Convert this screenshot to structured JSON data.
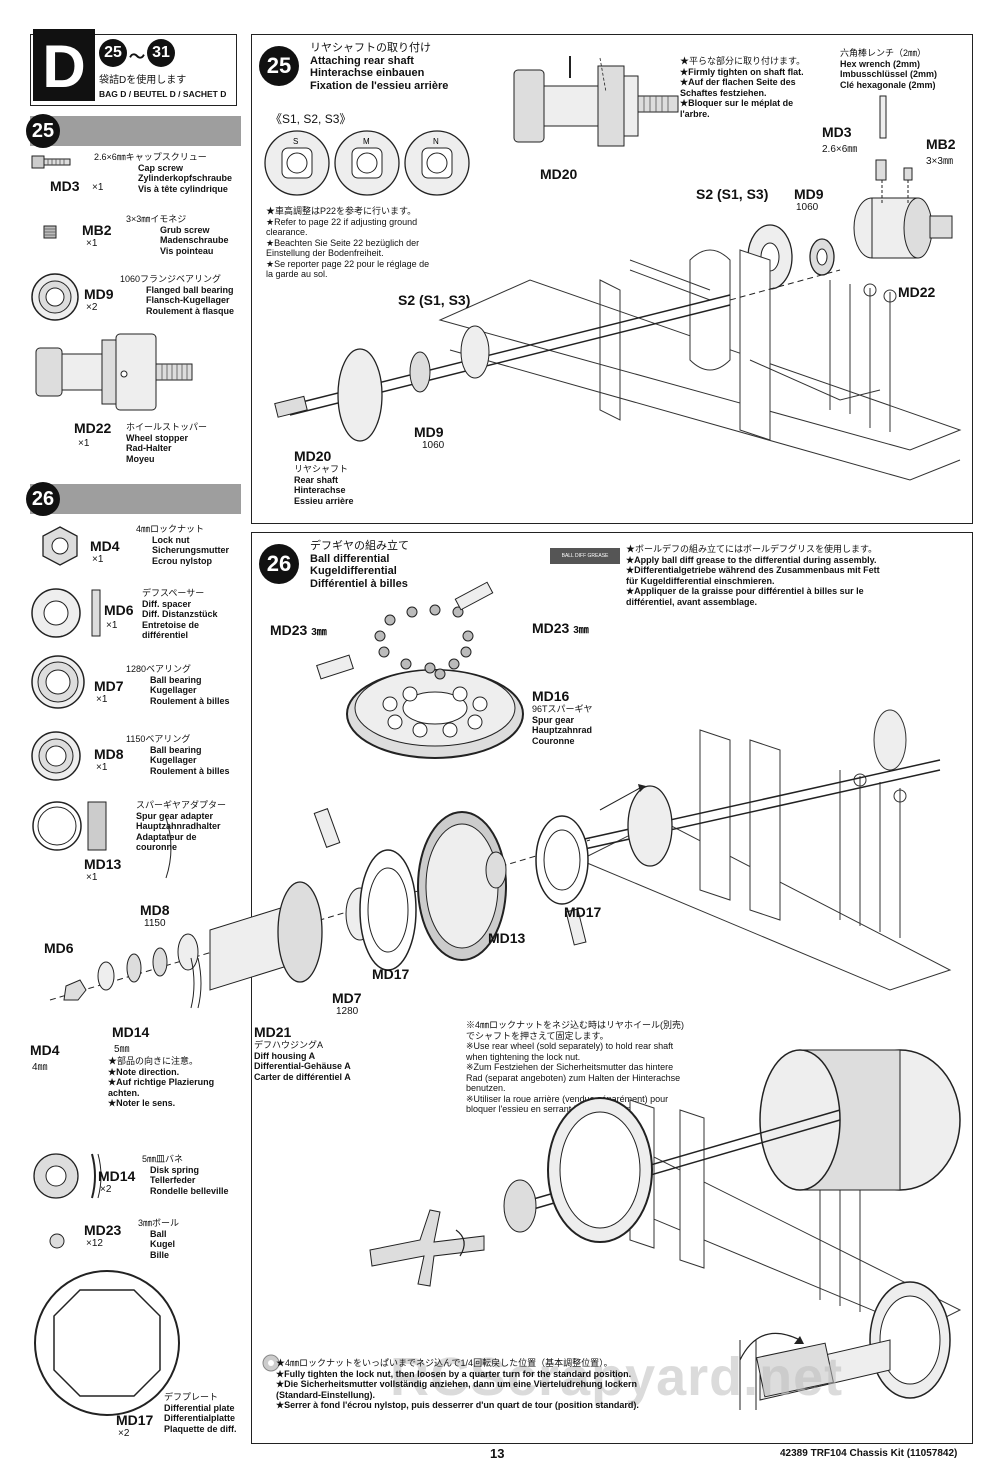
{
  "sidebar": {
    "header": {
      "letter": "D",
      "range_from": "25",
      "range_sep": "～",
      "range_to": "31",
      "jp": "袋詰Dを使用します",
      "bag": "BAG D / BEUTEL D / SACHET D"
    },
    "step25": "25",
    "step26": "26",
    "parts25": [
      {
        "code": "MD3",
        "qty": "×1",
        "jp": "2.6×6㎜キャップスクリュー",
        "lines": [
          "Cap screw",
          "Zylinderkopfschraube",
          "Vis à tête cylindrique"
        ]
      },
      {
        "code": "MB2",
        "qty": "×1",
        "jp": "3×3㎜イモネジ",
        "lines": [
          "Grub screw",
          "Madenschraube",
          "Vis pointeau"
        ]
      },
      {
        "code": "MD9",
        "qty": "×2",
        "jp": "1060フランジベアリング",
        "lines": [
          "Flanged ball bearing",
          "Flansch-Kugellager",
          "Roulement à flasque"
        ]
      },
      {
        "code": "MD22",
        "qty": "×1",
        "jp": "ホイールストッパー",
        "lines": [
          "Wheel stopper",
          "Rad-Halter",
          "Moyeu"
        ]
      }
    ],
    "parts26": [
      {
        "code": "MD4",
        "qty": "×1",
        "jp": "4㎜ロックナット",
        "lines": [
          "Lock nut",
          "Sicherungsmutter",
          "Ecrou nylstop"
        ]
      },
      {
        "code": "MD6",
        "qty": "×1",
        "jp": "デフスペーサー",
        "lines": [
          "Diff. spacer",
          "Diff. Distanzstück",
          "Entretoise de",
          "différentiel"
        ]
      },
      {
        "code": "MD7",
        "qty": "×1",
        "jp": "1280ベアリング",
        "lines": [
          "Ball bearing",
          "Kugellager",
          "Roulement à billes"
        ]
      },
      {
        "code": "MD8",
        "qty": "×1",
        "jp": "1150ベアリング",
        "lines": [
          "Ball bearing",
          "Kugellager",
          "Roulement à billes"
        ]
      },
      {
        "code": "MD13",
        "qty": "×1",
        "jp": "スパーギヤアダプター",
        "lines": [
          "Spur gear adapter",
          "Hauptzahnradhalter",
          "Adaptateur de",
          "couronne"
        ]
      },
      {
        "code": "MD14",
        "qty": "×2",
        "jp": "5㎜皿バネ",
        "lines": [
          "Disk spring",
          "Tellerfeder",
          "Rondelle belleville"
        ]
      },
      {
        "code": "MD23",
        "qty": "×12",
        "jp": "3㎜ボール",
        "lines": [
          "Ball",
          "Kugel",
          "Bille"
        ]
      },
      {
        "code": "MD17",
        "qty": "×2",
        "jp": "デフプレート",
        "lines": [
          "Differential plate",
          "Differentialplatte",
          "Plaquette de diff."
        ]
      }
    ]
  },
  "panel25": {
    "step": "25",
    "title_jp": "リヤシャフトの取り付け",
    "title_lines": [
      "Attaching rear shaft",
      "Hinterachse einbauen",
      "Fixation de l'essieu arrière"
    ],
    "shim_label": "《S1, S2, S3》",
    "shim_letters": [
      "S",
      "M",
      "N"
    ],
    "ground_note": [
      "★車高調整はP22を参考に行います。",
      "★Refer to page 22 if adjusting ground",
      "clearance.",
      "★Beachten Sie Seite 22 bezüglich der",
      "Einstellung der Bodenfreiheit.",
      "★Se reporter page 22 pour le réglage de",
      "la garde au sol."
    ],
    "flat_note": [
      "★平らな部分に取り付けます。",
      "★Firmly tighten on shaft flat.",
      "★Auf der flachen Seite des",
      "Schaftes festziehen.",
      "★Bloquer sur le méplat de",
      "l'arbre."
    ],
    "hex_note": [
      "六角棒レンチ（2㎜）",
      "Hex wrench (2mm)",
      "Imbusschlüssel (2mm)",
      "Clé hexagonale (2mm)"
    ],
    "md20_top": "MD20",
    "md3": "MD3",
    "md3_size": "2.6×6㎜",
    "mb2": "MB2",
    "mb2_size": "3×3㎜",
    "s2_right": "S2 (S1, S3)",
    "md9_right": "MD9",
    "md9_right_size": "1060",
    "md22": "MD22",
    "s2_left": "S2 (S1, S3)",
    "md9_left": "MD9",
    "md9_left_size": "1060",
    "md20": "MD20",
    "md20_lines": [
      "リヤシャフト",
      "Rear shaft",
      "Hinterachse",
      "Essieu arrière"
    ]
  },
  "panel26": {
    "step": "26",
    "title_jp": "デフギヤの組み立て",
    "title_lines": [
      "Ball differential",
      "Kugeldifferential",
      "Différentiel à billes"
    ],
    "grease_tube": "BALL DIFF GREASE",
    "grease_note": [
      "★ボールデフの組み立てにはボールデフグリスを使用します。",
      "★Apply ball diff grease to the differential during assembly.",
      "★Differentialgetriebe während des Zusammenbaus mit Fett",
      "für Kugeldifferential einschmieren.",
      "★Appliquer de la graisse pour différentiel à billes sur le",
      "différentiel, avant assemblage."
    ],
    "md23_left": "MD23",
    "md23_left_size": "3㎜",
    "md23_right": "MD23",
    "md23_right_size": "3㎜",
    "md16": "MD16",
    "md16_lines": [
      "96Tスパーギヤ",
      "Spur gear",
      "Hauptzahnrad",
      "Couronne"
    ],
    "md17_right": "MD17",
    "md13": "MD13",
    "md17_center": "MD17",
    "md7": "MD7",
    "md7_size": "1280",
    "md8": "MD8",
    "md8_size": "1150",
    "md6": "MD6",
    "md14": "MD14",
    "md14_size": "5㎜",
    "md4": "MD4",
    "md4_size": "4㎜",
    "direction_note": [
      "★部品の向きに注意。",
      "★Note direction.",
      "★Auf richtige Plazierung",
      "achten.",
      "★Noter le sens."
    ],
    "md21": "MD21",
    "md21_lines": [
      "デフハウジングA",
      "Diff housing A",
      "Differential-Gehäuse A",
      "Carter de différentiel A"
    ],
    "rearwheel_note": [
      "※4㎜ロックナットをネジ込む時はリヤホイール(別売)",
      "でシャフトを押さえて固定します。",
      "※Use rear wheel (sold separately) to hold rear shaft",
      "when tightening the lock nut.",
      "※Zum Festziehen der Sicherheitsmutter das hintere",
      "Rad (separat angeboten) zum Halten der Hinterachse",
      "benutzen.",
      "※Utiliser la roue arrière (vendue séparément) pour",
      "bloquer l'essieu en serrant l'écrou nylstop."
    ],
    "locknut_note": [
      "★4㎜ロックナットをいっぱいまでネジ込んで1/4回転戻した位置（基本調整位置）。",
      "★Fully tighten the lock nut, then loosen by a quarter turn for the standard position.",
      "★Die Sicherheitsmutter vollständig anziehen, dann um eine Vierteludrehung lockern",
      "(Standard-Einstellung).",
      "★Serrer à fond l'écrou nylstop, puis desserrer d'un quart de tour (position standard)."
    ]
  },
  "watermark": "RCScrapyard.net",
  "footer": {
    "page": "13",
    "kit": "42389  TRF104 Chassis Kit (11057842)"
  }
}
